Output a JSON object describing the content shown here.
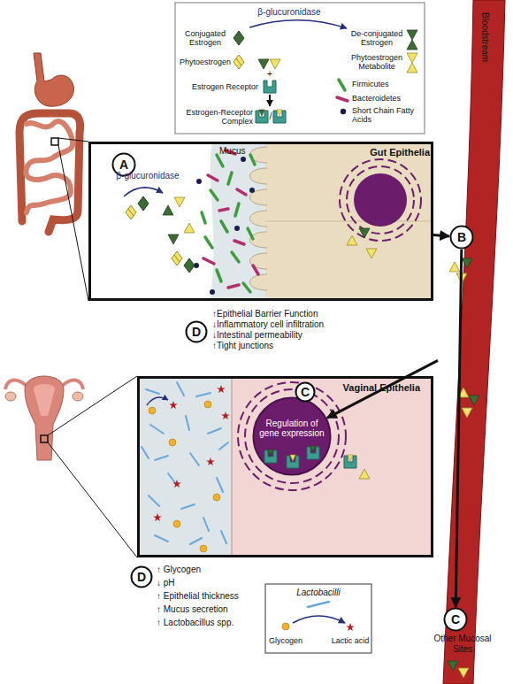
{
  "diagram": {
    "nodes": [
      {
        "text": [
          "Bloodstream"
        ]
      },
      {
        "text": [
          "Gut Epithelia"
        ]
      },
      {
        "text": [
          "A"
        ],
        "in": 1
      },
      {
        "text": [
          "B"
        ]
      },
      {
        "text": [
          "D"
        ]
      },
      {
        "text": [
          "Vaginal Epithelia"
        ]
      },
      {
        "text": [
          "C"
        ],
        "in": 5
      },
      {
        "text": [
          "Regulation of gene expression"
        ],
        "in": 5
      },
      {
        "text": [
          "D"
        ]
      },
      {
        "text": [
          "C"
        ]
      }
    ],
    "edges": [
      {
        "from": 1,
        "to": 3,
        "arrow": "to"
      },
      {
        "from": 0,
        "to": 7,
        "arrow": "to"
      },
      {
        "from": 3,
        "to": 9,
        "arrow": "to"
      }
    ],
    "labels": [
      "β-glucuronidase",
      "+",
      "/",
      "β-glucuronidase",
      "Mucus",
      "↑Epithelial Barrier Function",
      "↓Inflammatory cell infiltration",
      "↓Intestinal permeability",
      "↑Tight junctions",
      "↑ Glycogen",
      "↓ pH",
      "↑ Epithelial thickness",
      "↑ Mucus secretion",
      "↑ Lactobacillus spp.",
      "Other Mucosal Sites"
    ],
    "legend": [
      {
        "text": "Conjugated Estrogen"
      },
      {
        "text": "De-conjugated Estrogen"
      },
      {
        "text": "Phytoestrogen"
      },
      {
        "text": "Phytoestrogen Metabolite"
      },
      {
        "text": "Estrogen Receptor"
      },
      {
        "text": "Firmicutes"
      },
      {
        "text": "Bacteroidetes"
      },
      {
        "text": "Short Chain Fatty Acids"
      },
      {
        "text": "Estrogen-Receptor Complex"
      },
      {
        "text": "Lactobacilli"
      },
      {
        "text": "Glycogen"
      },
      {
        "text": "Lactic acid"
      }
    ]
  }
}
